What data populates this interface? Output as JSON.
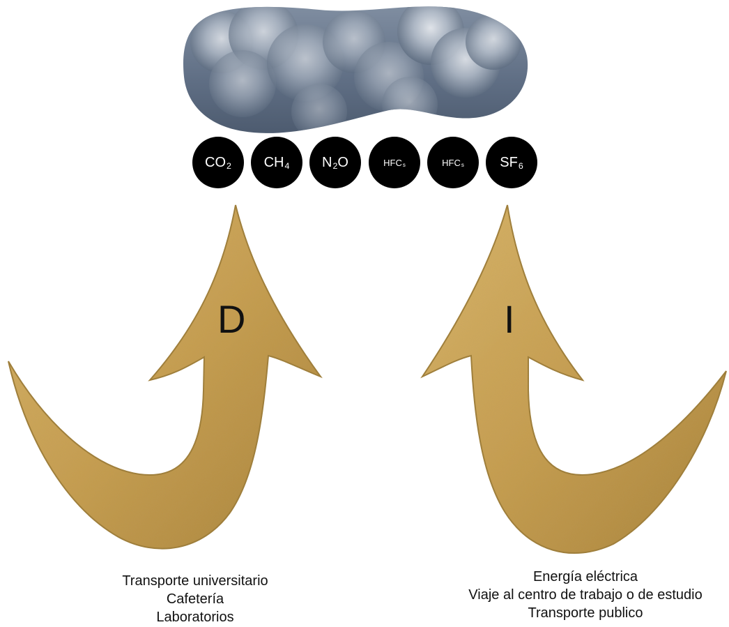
{
  "gases": [
    {
      "base": "CO",
      "sub": "2",
      "size": "large"
    },
    {
      "base": "CH",
      "sub": "4",
      "size": "large"
    },
    {
      "base": "N",
      "sub": "2",
      "tail": "O",
      "size": "large"
    },
    {
      "base": "HFC",
      "sub": "s",
      "size": "small"
    },
    {
      "base": "HFC",
      "sub": "s",
      "size": "small"
    },
    {
      "base": "SF",
      "sub": "6",
      "size": "large"
    }
  ],
  "left_arrow": {
    "letter": "D",
    "sources": [
      "Transporte universitario",
      "Cafetería",
      "Laboratorios"
    ]
  },
  "right_arrow": {
    "letter": "I",
    "sources": [
      "Energía eléctrica",
      "Viaje al centro de trabajo o de estudio",
      "Transporte publico"
    ]
  },
  "colors": {
    "arrow_fill": "#c9a154",
    "arrow_shadow": "#9c7a35",
    "gas_circle": "#000000",
    "cloud_base": "#6f7f94"
  }
}
